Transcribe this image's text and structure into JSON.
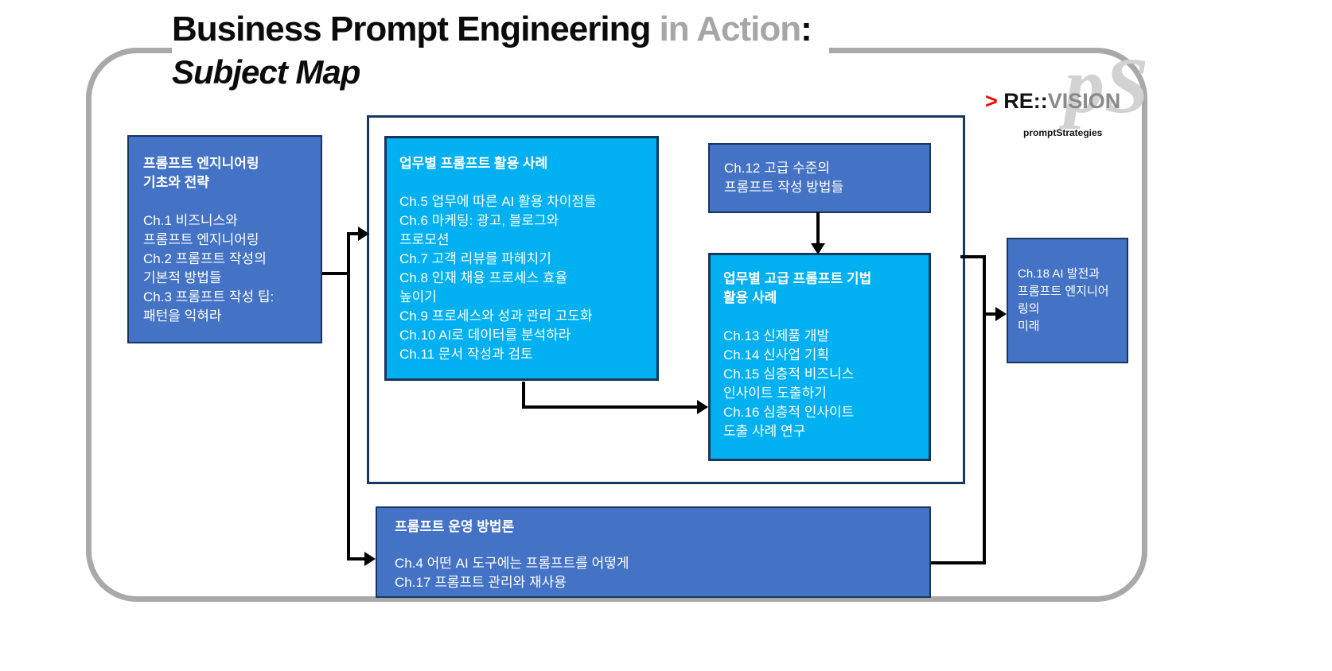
{
  "title": {
    "main": "Business Prompt Engineering",
    "accent": " in Action",
    "colon": ":",
    "subtitle": "Subject Map"
  },
  "logo": {
    "script_monogram": "pS",
    "arrow": "> ",
    "brand_black": "RE::",
    "brand_gray": "VISION",
    "tagline": "promptStrategies"
  },
  "colors": {
    "box_blue": "#4472C4",
    "box_cyan": "#00B0F0",
    "box_border_navy": "#17375E",
    "frame_gray": "#A9A9A9",
    "title_accent_gray": "#A6A6A6",
    "logo_red": "#FF0000",
    "connector_black": "#000000",
    "text_white": "#FFFFFF"
  },
  "boxes": {
    "foundation": {
      "title_lines": [
        "프롬프트 엔지니어링",
        "기초와 전략"
      ],
      "body_lines": [
        "Ch.1 비즈니스와",
        "프롬프트 엔지니어링",
        "Ch.2 프롬프트 작성의",
        "기본적 방법들",
        "Ch.3 프롬프트 작성 팁:",
        "패턴을 익혀라"
      ]
    },
    "use_cases": {
      "title_lines": [
        "업무별 프롬프트 활용 사례"
      ],
      "body_lines": [
        "Ch.5 업무에 따른 AI 활용 차이점들",
        "Ch.6 마케팅: 광고, 블로그와",
        "프로모션",
        "Ch.7 고객 리뷰를 파헤치기",
        "Ch.8 인재 채용 프로세스 효율",
        "높이기",
        "Ch.9 프로세스와 성과 관리 고도화",
        "Ch.10 AI로 데이터를 분석하라",
        "Ch.11 문서 작성과 검토"
      ]
    },
    "advanced_methods": {
      "body_lines": [
        "Ch.12 고급 수준의",
        "프롬프트 작성 방법들"
      ]
    },
    "advanced_use_cases": {
      "title_lines": [
        "업무별 고급 프롬프트 기법",
        "활용 사례"
      ],
      "body_lines": [
        "Ch.13 신제품 개발",
        "Ch.14 신사업 기획",
        "Ch.15 심층적 비즈니스",
        "인사이트 도출하기",
        "Ch.16 심층적 인사이트",
        "도출 사례 연구"
      ]
    },
    "future": {
      "body_lines": [
        "Ch.18 AI 발전과",
        "프롬프트 엔지니어링의",
        "미래"
      ]
    },
    "operations": {
      "title_lines": [
        "프롬프트 운영 방법론"
      ],
      "body_lines": [
        "Ch.4 어떤 AI 도구에는 프롬프트를 어떻게",
        "Ch.17 프롬프트 관리와 재사용"
      ]
    }
  }
}
